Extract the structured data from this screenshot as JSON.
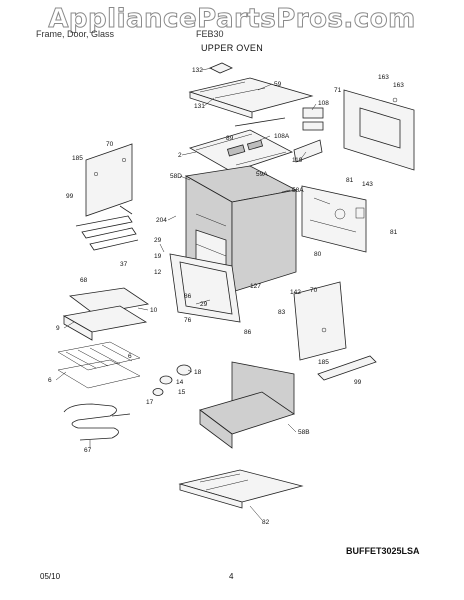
{
  "watermark": "AppliancePartsPros.com",
  "header": {
    "section_label": "Frame, Door, Glass",
    "part_code": "FEB30"
  },
  "subtitle": "UPPER OVEN",
  "model": "BUFFET3025LSA",
  "footer": {
    "date": "05/10",
    "page": "4"
  },
  "callouts": {
    "c132": "132",
    "c59": "59",
    "c131": "131",
    "c108": "108",
    "c71": "71",
    "c163a": "163",
    "c163b": "163",
    "c108a": "108A",
    "c89": "89",
    "c2": "2",
    "c119": "119",
    "c59a": "59A",
    "c70a": "70",
    "c185a": "185",
    "c99a": "99",
    "c58d": "58D",
    "c58a": "58A",
    "c81a": "81",
    "c143": "143",
    "c204": "204",
    "c29a": "29",
    "c19": "19",
    "c12": "12",
    "c37": "37",
    "c68": "68",
    "c86a": "86",
    "c127": "127",
    "c29b": "29",
    "c142": "142",
    "c70b": "70",
    "c81b": "81",
    "c80": "80",
    "c10": "10",
    "c76": "76",
    "c86b": "86",
    "c83": "83",
    "c9": "9",
    "c185b": "185",
    "c6": "6",
    "c18": "18",
    "c14": "14",
    "c15": "15",
    "c17": "17",
    "c99b": "99",
    "c58b": "58B",
    "c67": "67",
    "c82": "82"
  }
}
